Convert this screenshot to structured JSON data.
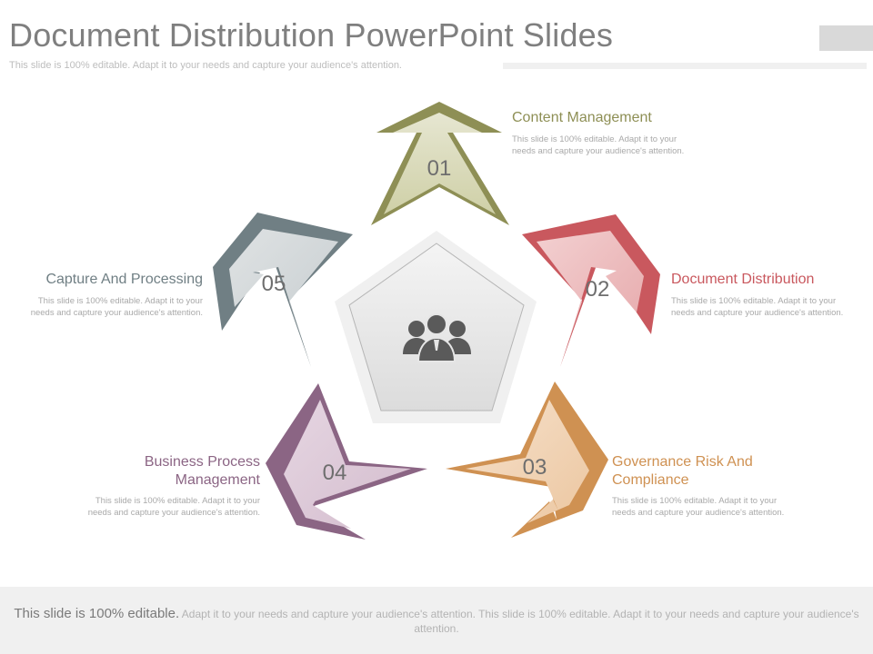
{
  "slide": {
    "title": "Document Distribution PowerPoint Slides",
    "subtitle": "This slide is 100% editable. Adapt it to your needs and capture your audience's attention."
  },
  "steps": [
    {
      "number": "01",
      "label": "Content Management",
      "desc": "This slide is 100% editable. Adapt it to your needs and capture your audience's attention.",
      "color": "#8e8f55"
    },
    {
      "number": "02",
      "label": "Document Distribution",
      "desc": "This slide is 100% editable. Adapt it to your needs and capture your audience's attention.",
      "color": "#c9585e"
    },
    {
      "number": "03",
      "label": "Governance Risk And Compliance",
      "desc": "This slide is 100% editable. Adapt it to your needs and capture your audience's attention.",
      "color": "#cf9152"
    },
    {
      "number": "04",
      "label": "Business Process Management",
      "desc": "This slide is 100% editable. Adapt it to your needs and capture your audience's attention.",
      "color": "#8b6584"
    },
    {
      "number": "05",
      "label": "Capture And Processing",
      "desc": "This slide is 100% editable. Adapt it to your needs and capture your audience's attention.",
      "color": "#707f84"
    }
  ],
  "center": {
    "icon": "people-group-icon"
  },
  "footer": {
    "lead": "This slide is 100% editable.",
    "rest": " Adapt it to your needs and capture your audience's attention. This slide is 100% editable. Adapt it to your needs and capture your audience's attention."
  }
}
